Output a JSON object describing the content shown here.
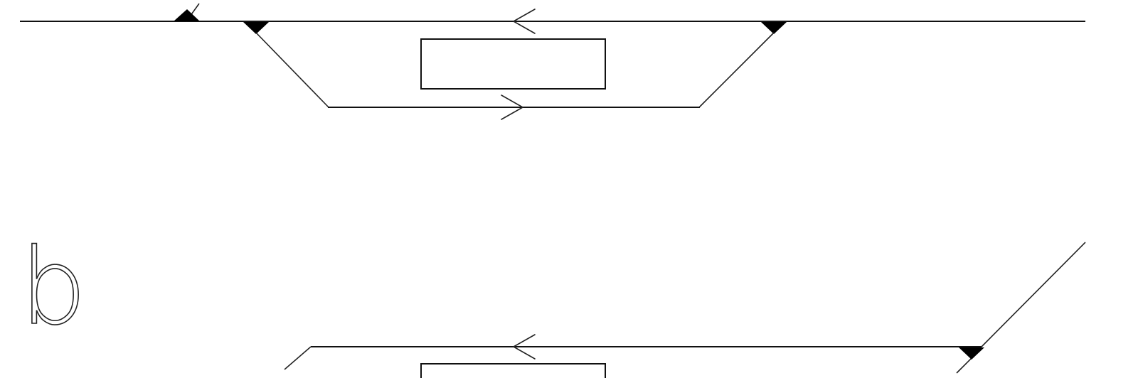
{
  "diagram": {
    "type": "track-layout",
    "panels": [
      {
        "id": "a",
        "label": "",
        "elements": [
          "main-line",
          "siding",
          "platform",
          "switch-left",
          "switch-right",
          "switch-far-left"
        ],
        "direction_main": "left",
        "direction_siding": "right"
      },
      {
        "id": "b",
        "label": "b",
        "elements": [
          "upper-line",
          "diagonal-line",
          "platform",
          "switch-right"
        ],
        "direction_upper": "left"
      }
    ],
    "colors": {
      "line": "#111111",
      "switch": "#000000",
      "background": "#ffffff"
    }
  }
}
